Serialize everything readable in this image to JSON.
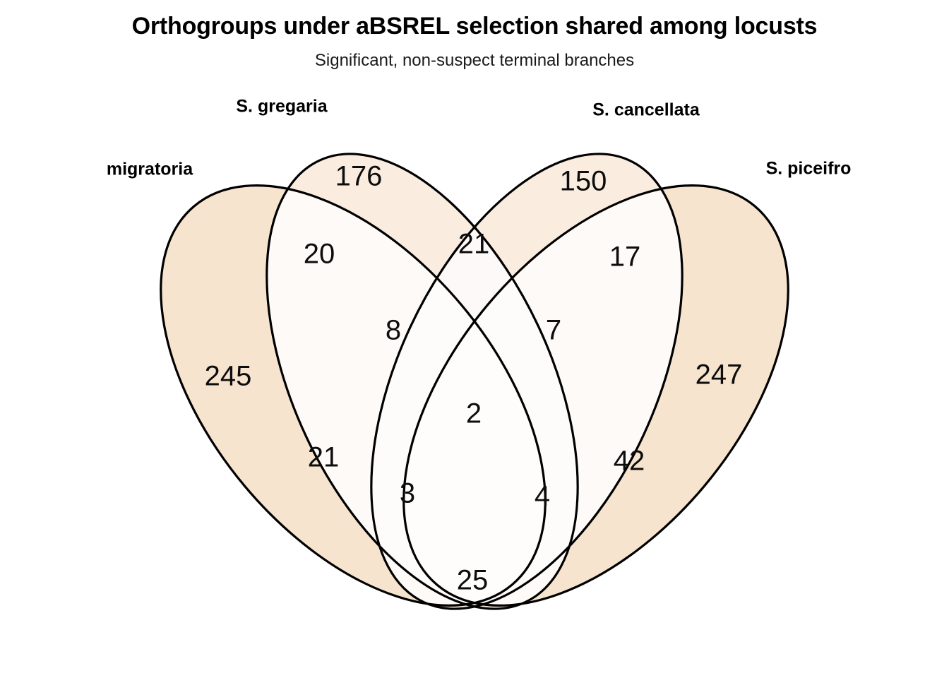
{
  "header": {
    "title": "Orthogroups under aBSREL selection shared among locusts",
    "subtitle": "Significant, non-suspect terminal branches"
  },
  "chart_data": {
    "type": "venn",
    "title": "Orthogroups under aBSREL selection shared among locusts",
    "subtitle": "Significant, non-suspect terminal branches",
    "sets": [
      {
        "id": "A",
        "label": "migratoria"
      },
      {
        "id": "B",
        "label": "S. gregaria"
      },
      {
        "id": "C",
        "label": "S. cancellata"
      },
      {
        "id": "D",
        "label": "S. piceifro"
      }
    ],
    "regions": [
      {
        "key": "A",
        "sets": [
          "migratoria"
        ],
        "value": 245
      },
      {
        "key": "B",
        "sets": [
          "S. gregaria"
        ],
        "value": 176
      },
      {
        "key": "C",
        "sets": [
          "S. cancellata"
        ],
        "value": 150
      },
      {
        "key": "D",
        "sets": [
          "S. piceifro"
        ],
        "value": 247
      },
      {
        "key": "AB",
        "sets": [
          "migratoria",
          "S. gregaria"
        ],
        "value": 20
      },
      {
        "key": "BC",
        "sets": [
          "S. gregaria",
          "S. cancellata"
        ],
        "value": 21
      },
      {
        "key": "CD",
        "sets": [
          "S. cancellata",
          "S. piceifro"
        ],
        "value": 17
      },
      {
        "key": "AC",
        "sets": [
          "migratoria",
          "S. cancellata"
        ],
        "value": 21
      },
      {
        "key": "BD",
        "sets": [
          "S. gregaria",
          "S. piceifro"
        ],
        "value": 42
      },
      {
        "key": "AD",
        "sets": [
          "migratoria",
          "S. piceifro"
        ],
        "value": 25
      },
      {
        "key": "ABC",
        "sets": [
          "migratoria",
          "S. gregaria",
          "S. cancellata"
        ],
        "value": 8
      },
      {
        "key": "BCD",
        "sets": [
          "S. gregaria",
          "S. cancellata",
          "S. piceifro"
        ],
        "value": 7
      },
      {
        "key": "ABD",
        "sets": [
          "migratoria",
          "S. gregaria",
          "S. piceifro"
        ],
        "value": 3
      },
      {
        "key": "ACD",
        "sets": [
          "migratoria",
          "S. cancellata",
          "S. piceifro"
        ],
        "value": 4
      },
      {
        "key": "ABCD",
        "sets": [
          "migratoria",
          "S. gregaria",
          "S. cancellata",
          "S. piceifro"
        ],
        "value": 2
      }
    ],
    "colors": {
      "fill_one_set_outer": "#F7E4CE",
      "fill_one_set_inner": "#FAEDDF",
      "fill_two_set": "#FDFAF7",
      "fill_two_set_center": "#FDF9F9",
      "fill_three_set": "#FEFCFA",
      "fill_four_set": "#FEFDFB",
      "stroke": "#000000",
      "text": "#0D0D0D",
      "background": "#FFFFFF"
    }
  },
  "labels": {
    "migratoria": "migratoria",
    "gregaria": "S. gregaria",
    "cancellata": "S. cancellata",
    "piceifro": "S. piceifro"
  },
  "counts": {
    "A": "245",
    "B": "176",
    "C": "150",
    "D": "247",
    "AB": "20",
    "BC": "21",
    "CD": "17",
    "AC": "21",
    "BD": "42",
    "AD": "25",
    "ABC": "8",
    "BCD": "7",
    "ABD": "3",
    "ACD": "4",
    "ABCD": "2"
  }
}
